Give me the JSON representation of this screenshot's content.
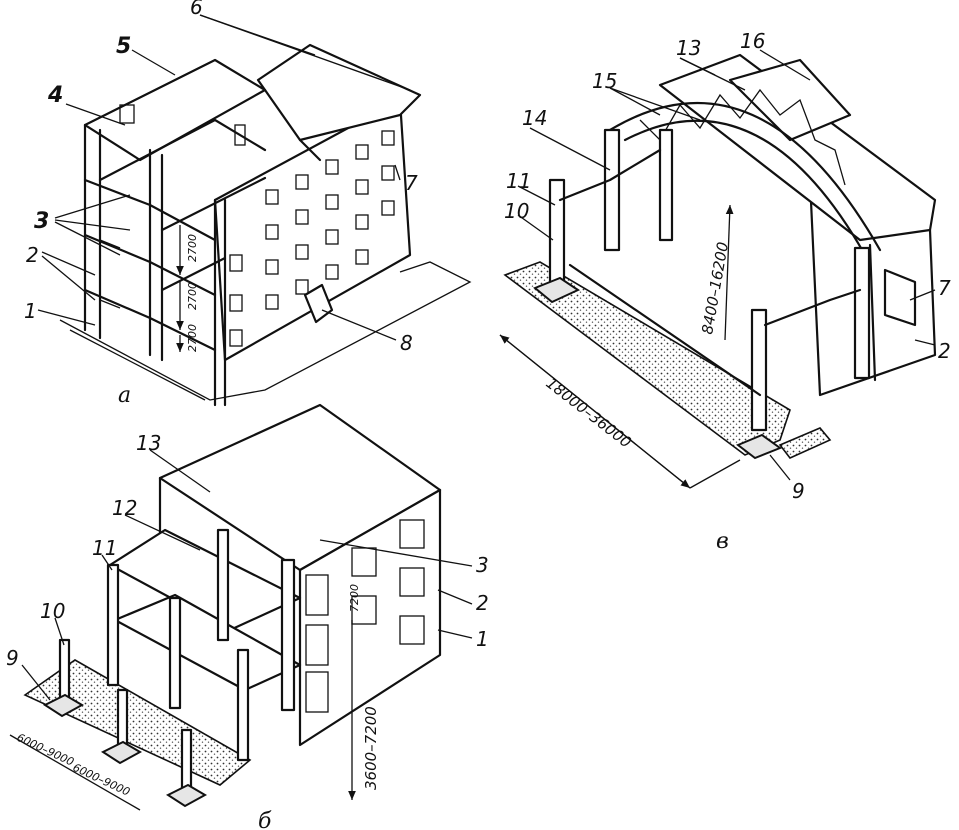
{
  "figure_a": {
    "sublabel": "а",
    "labels": {
      "l1": "1",
      "l2": "2",
      "l3": "3",
      "l4": "4",
      "l5": "5",
      "l6": "6",
      "l7": "7",
      "l8": "8"
    },
    "heights": [
      "2700",
      "2700",
      "2700"
    ]
  },
  "figure_b": {
    "sublabel": "б",
    "labels": {
      "l1": "1",
      "l2": "2",
      "l3": "3",
      "l9": "9",
      "l10": "10",
      "l11": "11",
      "l12": "12",
      "l13": "13"
    },
    "heights": [
      "3600–7200",
      "7200"
    ],
    "spans": [
      "6000–9000",
      "6000–9000"
    ]
  },
  "figure_v": {
    "sublabel": "в",
    "labels": {
      "l2": "2",
      "l7": "7",
      "l9": "9",
      "l10": "10",
      "l11": "11",
      "l13": "13",
      "l14": "14",
      "l15": "15",
      "l16": "16"
    },
    "span": "18000–36000",
    "height": "8400–16200"
  }
}
